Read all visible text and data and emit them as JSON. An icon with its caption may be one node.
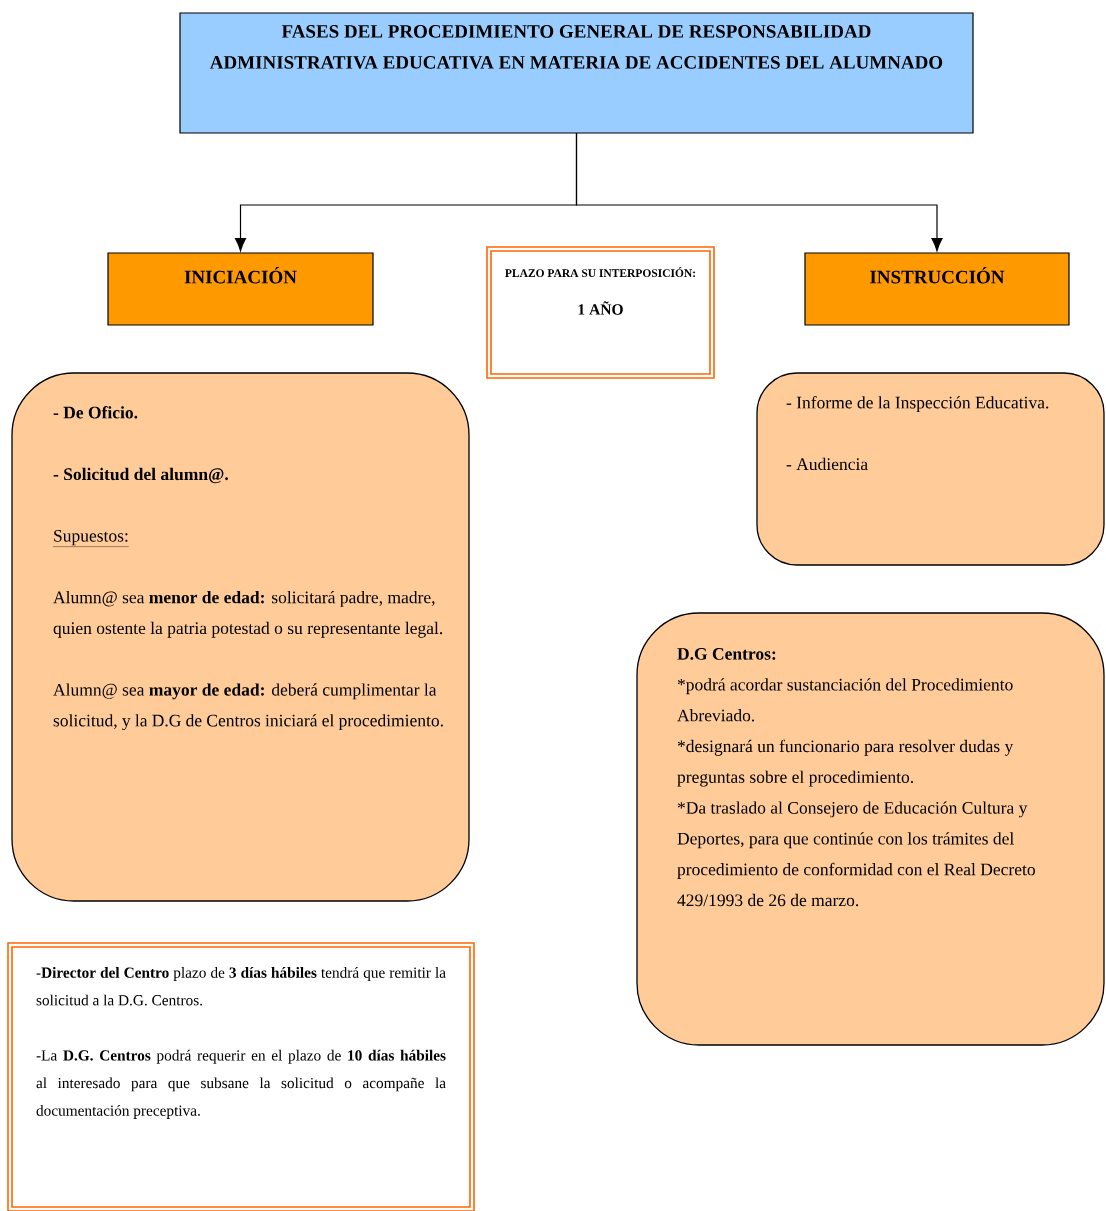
{
  "diagram": {
    "nodes": [
      {
        "text": [
          "FASES DEL PROCEDIMIENTO GENERAL DE RESPONSABILIDAD ADMINISTRATIVA EDUCATIVA EN MATERIA DE ACCIDENTES DEL ALUMNADO"
        ]
      },
      {
        "text": [
          "INICIACIÓN"
        ]
      },
      {
        "text": [
          "PLAZO PARA SU INTERPOSICIÓN:",
          "1 AÑO"
        ]
      },
      {
        "text": [
          "INSTRUCCIÓN"
        ]
      },
      {
        "text": [
          "- De Oficio.",
          "- Solicitud del alumn@.",
          "Supuestos:",
          "Alumn@ sea **menor de edad:** solicitará padre, madre, quien ostente la patria potestad o su representante legal.",
          "Alumn@ sea **mayor de edad:** deberá cumplimentar la solicitud, y la D.G de Centros iniciará el procedimiento."
        ]
      },
      {
        "text": [
          "- Informe de la Inspección Educativa.",
          "- Audiencia"
        ]
      },
      {
        "text": [
          "D.G Centros:",
          "*podrá acordar sustanciación del Procedimiento Abreviado.",
          "*designará un funcionario para resolver dudas y preguntas sobre el procedimiento.",
          "*Da traslado al Consejero de Educación Cultura y Deportes, para que continúe con los trámites del procedimiento de conformidad con el Real Decreto 429/1993 de 26 de marzo."
        ]
      },
      {
        "text": [
          "-**Director del Centro** plazo de **3 días hábiles** tendrá que remitir la solicitud a la D.G. Centros.",
          "-La **D.G. Centros** podrá requerir en el plazo de **10 días hábiles** al interesado para que subsane la solicitud o acompañe la documentación preceptiva."
        ]
      }
    ],
    "edges": [
      {
        "from": 0,
        "to": 1,
        "arrow": "to"
      },
      {
        "from": 0,
        "to": 3,
        "arrow": "to"
      }
    ]
  }
}
